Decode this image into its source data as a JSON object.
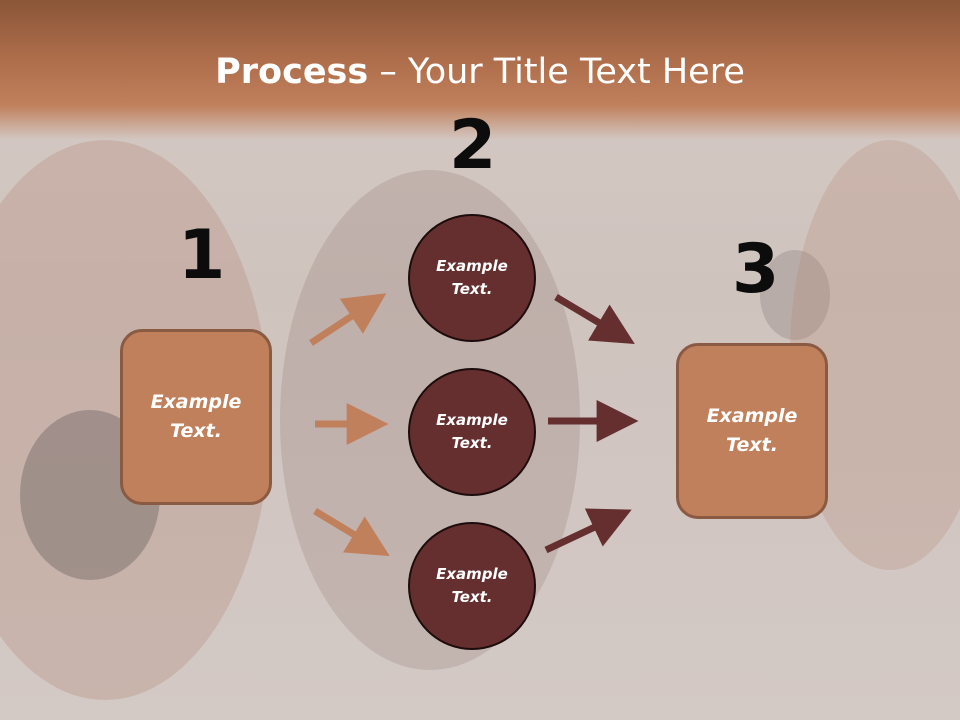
{
  "title": {
    "bold": "Process",
    "rest": " – Your Title Text Here"
  },
  "steps": {
    "one": "1",
    "two": "2",
    "three": "3"
  },
  "left_box": {
    "text": "Example\nText."
  },
  "right_box": {
    "text": "Example\nText."
  },
  "circles": [
    {
      "text": "Example\nText."
    },
    {
      "text": "Example\nText."
    },
    {
      "text": "Example\nText."
    }
  ],
  "colors": {
    "header": "#b06f4c",
    "box_fill": "#c0805c",
    "circle_fill": "#652f30",
    "arrow_light": "#c0805c",
    "arrow_dark": "#652f30"
  }
}
